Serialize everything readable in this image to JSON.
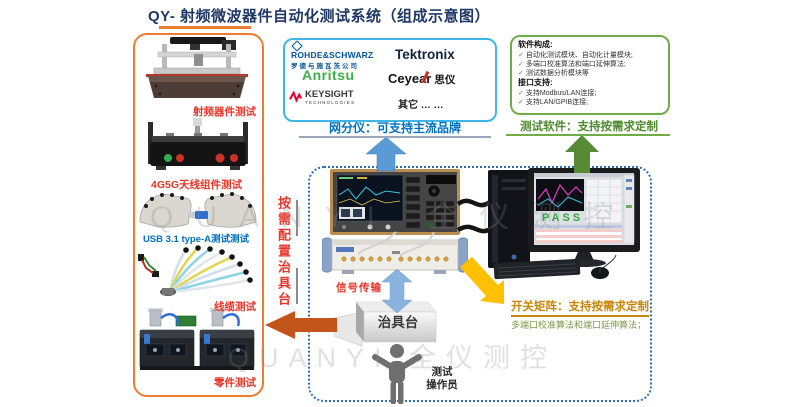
{
  "page": {
    "title": "QY- 射频微波器件自动化测试系统（组成示意图）"
  },
  "watermark": {
    "text": "QUANYI 全仪测控"
  },
  "left_panel": {
    "items": [
      {
        "label": "射频器件测试"
      },
      {
        "label": "4G5G天线组件测试"
      },
      {
        "label": "USB 3.1 type-A测试测试"
      },
      {
        "label": "线缆测试"
      },
      {
        "label": "零件测试"
      }
    ]
  },
  "brands": {
    "rohde_schwarz": {
      "line1": "ROHDE&SCHWARZ",
      "line2": "罗德与施瓦茨公司"
    },
    "tektronix": "Tektronix",
    "anritsu": "Anritsu",
    "ceyear": {
      "name": "Ceyear",
      "suffix": "思仪"
    },
    "keysight": {
      "line1": "KEYSIGHT",
      "line2": "TECHNOLOGIES"
    },
    "other": "其它 … …",
    "caption": "网分仪：可支持主流品牌"
  },
  "software": {
    "heading1": "软件构成:",
    "items1": [
      "自动化测试模块、自动化计量模块;",
      "多端口校准算法和端口延伸算法;",
      "测试数据分析模块等"
    ],
    "heading2": "接口支持:",
    "items2": [
      "支持Modbus/LAN连接;",
      "支持LAN/GPIB连接;"
    ],
    "caption": "测试软件：支持按需求定制"
  },
  "center": {
    "config_label": "按需配置治具台",
    "signal_label": "信号传输",
    "fixture_label": "治具台",
    "operator": {
      "line1": "测试",
      "line2": "操作员"
    },
    "pass": "PASS"
  },
  "switch_note": {
    "title": "开关矩阵：支持按需求定制",
    "subtitle": "多端口校准算法和端口延伸算法；"
  },
  "icons": {
    "check": "✓"
  },
  "colors": {
    "title_navy": "#203864",
    "left_box_orange": "#ed7d31",
    "brands_box_blue": "#3fb6e4",
    "software_box_green": "#70ad47",
    "caption_blue": "#0070c0",
    "caption_green": "#4e8a2e",
    "switch_gold": "#c8860a",
    "subtitle_olive": "#7f9a4a",
    "label_red": "#e8362a",
    "label_blue": "#0070c0",
    "arrow_blue": "#5b9bd5",
    "arrow_light_blue": "#8ab4dd",
    "arrow_green": "#568a34",
    "arrow_yellow": "#ffc000",
    "arrow_rust": "#c4551a",
    "dotted_border_blue": "#2f6db5",
    "pass_green": "#2faa3e"
  }
}
